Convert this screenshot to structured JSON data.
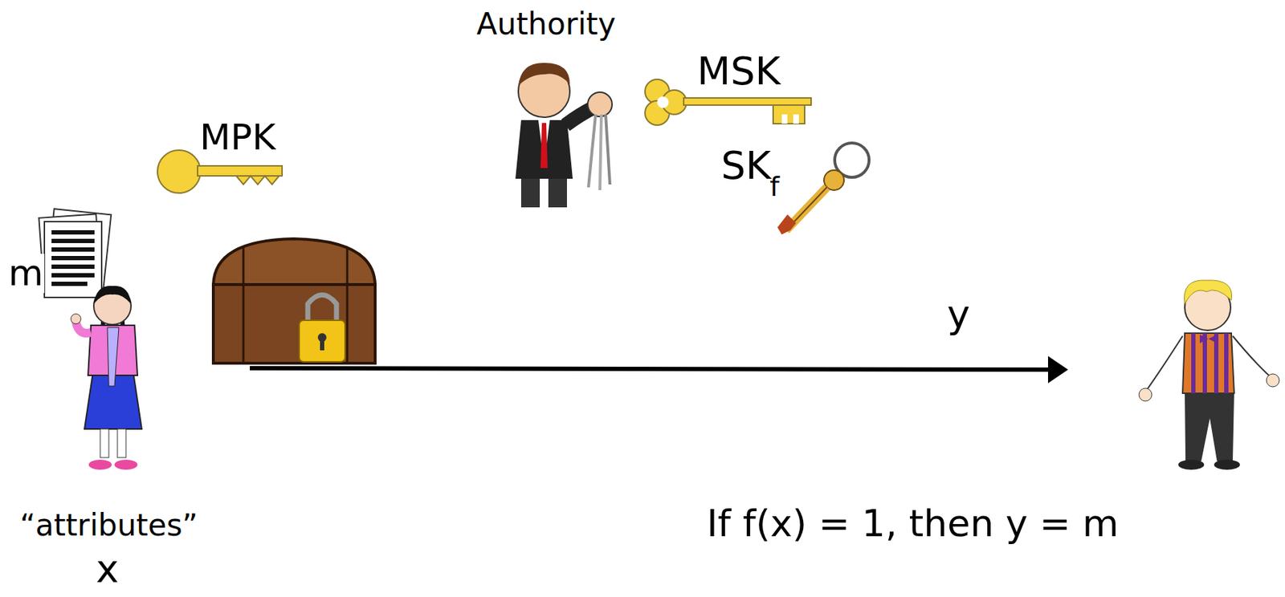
{
  "diagram": {
    "labels": [
      "m",
      "MPK",
      "Authority",
      "MSK",
      "SK",
      "f",
      "y",
      "“attributes”",
      "x",
      "If f(x) = 1, then y = m"
    ]
  }
}
